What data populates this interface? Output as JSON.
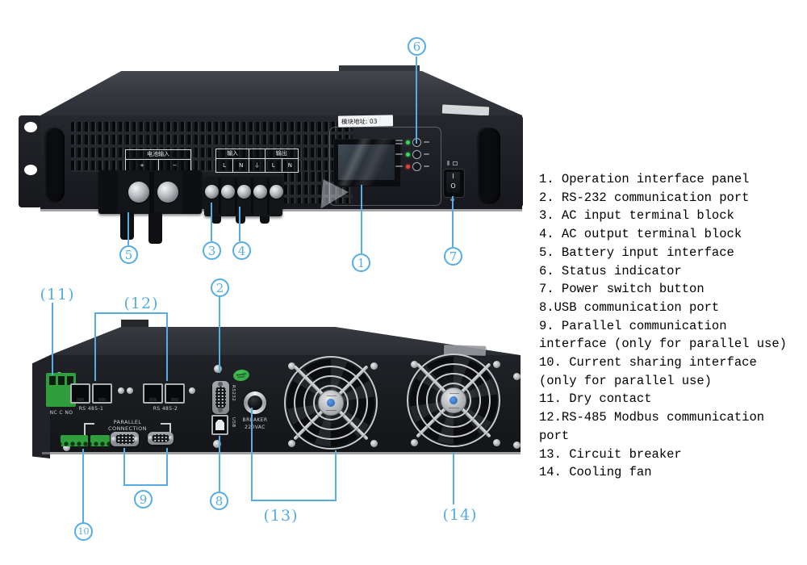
{
  "colors": {
    "callout": "#55ade4",
    "chassis": "#1d1f24",
    "terminal_green": "#2f9e3c"
  },
  "front_panel": {
    "module_address": "模块地址: 03",
    "battery_label": {
      "title": "电池输入",
      "plus": "+",
      "minus": "−"
    },
    "io_label": {
      "input": "输入",
      "output": "输出",
      "cells": [
        "L",
        "N",
        "⏚",
        "L",
        "N"
      ]
    },
    "power_switch": {
      "on": "I",
      "off": "O"
    }
  },
  "rear_panel": {
    "dry_contact_label": "NC C NO",
    "rs485_1_label": "RS 485-1",
    "rs485_2_label": "RS 485-2",
    "parallel_label": "PARALLEL CONNECTION",
    "rs232_label": "RS232",
    "usb_label": "USB",
    "breaker_line1": "BREAKER",
    "breaker_line2": "220VAC"
  },
  "callouts": {
    "c1": "1",
    "c2": "2",
    "c3": "3",
    "c4": "4",
    "c5": "5",
    "c6": "6",
    "c7": "7",
    "c8": "8",
    "c9": "9",
    "c10": "10",
    "c11": "(11)",
    "c12": "(12)",
    "c13": "(13)",
    "c14": "(14)"
  },
  "legend": {
    "lines": [
      "1. Operation interface panel",
      "2. RS-232 communication port",
      "3. AC input terminal block",
      "4. AC output terminal block",
      "5. Battery input interface",
      "6. Status indicator",
      "7. Power switch button",
      "8.USB communication port",
      "9. Parallel communication",
      "interface (only for parallel use)",
      "10. Current sharing interface",
      "(only for parallel use)",
      "11. Dry contact",
      "12.RS-485 Modbus communication",
      "port",
      "13. Circuit breaker",
      "14. Cooling fan"
    ]
  }
}
